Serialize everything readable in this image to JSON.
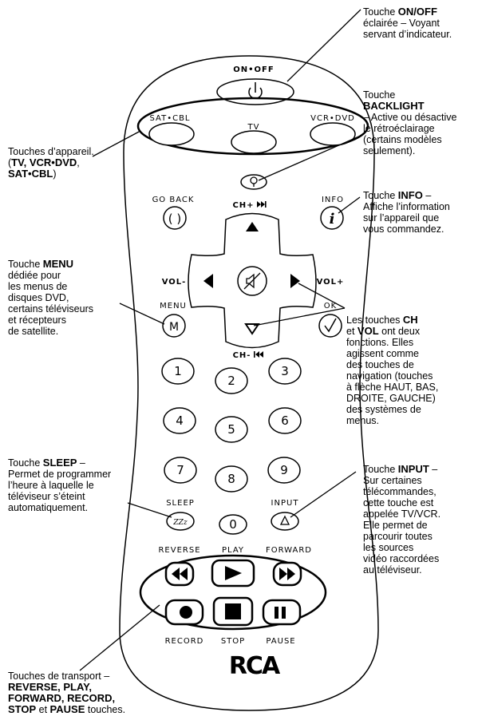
{
  "remote": {
    "power_label": "ON•OFF",
    "device_labels": {
      "sat": "SAT•CBL",
      "tv": "TV",
      "vcr": "VCR•DVD"
    },
    "go_back": "GO BACK",
    "info": "INFO",
    "ch_up": "CH+",
    "ch_down": "CH-",
    "vol_minus": "VOL-",
    "vol_plus": "VOL+",
    "menu": "MENU",
    "menu_key": "M",
    "ok": "OK",
    "digits": [
      "1",
      "2",
      "3",
      "4",
      "5",
      "6",
      "7",
      "8",
      "9",
      "0"
    ],
    "sleep": "SLEEP",
    "input": "INPUT",
    "reverse": "REVERSE",
    "play": "PLAY",
    "forward": "FORWARD",
    "record": "RECORD",
    "stop": "STOP",
    "pause": "PAUSE",
    "brand": "RCA"
  },
  "callouts": {
    "power": [
      {
        "t": "Touche ",
        "b": false
      },
      {
        "t": "ON/OFF",
        "b": true
      },
      {
        "t": "\néclairée – Voyant\nservant d’indicateur.",
        "b": false
      }
    ],
    "backlight": [
      {
        "t": "Touche\n",
        "b": false
      },
      {
        "t": "BACKLIGHT",
        "b": true
      },
      {
        "t": "\n– Active ou désactive\nle rétroéclairage\n(certains modèles\nseulement).",
        "b": false
      }
    ],
    "devices": [
      {
        "t": "Touches d’appareil.\n(",
        "b": false
      },
      {
        "t": "TV, VCR•DVD",
        "b": true
      },
      {
        "t": ",\n",
        "b": false
      },
      {
        "t": "SAT•CBL",
        "b": true
      },
      {
        "t": ")",
        "b": false
      }
    ],
    "info": [
      {
        "t": "Touche ",
        "b": false
      },
      {
        "t": "INFO",
        "b": true
      },
      {
        "t": " –\nAffiche l’information\nsur l’appareil que\nvous commandez.",
        "b": false
      }
    ],
    "menu": [
      {
        "t": "Touche ",
        "b": false
      },
      {
        "t": "MENU",
        "b": true
      },
      {
        "t": "\ndédiée pour\nles menus de\ndisques DVD,\ncertains téléviseurs\net récepteurs\nde satellite.",
        "b": false
      }
    ],
    "chvol": [
      {
        "t": "Les touches ",
        "b": false
      },
      {
        "t": "CH",
        "b": true
      },
      {
        "t": "\net ",
        "b": false
      },
      {
        "t": "VOL",
        "b": true
      },
      {
        "t": " ont deux\nfonctions. Elles\nagissent comme\ndes touches de\nnavigation (touches\nà flèche HAUT, BAS,\nDROITE, GAUCHE)\ndes systèmes de\nmenus.",
        "b": false
      }
    ],
    "sleep": [
      {
        "t": "Touche ",
        "b": false
      },
      {
        "t": "SLEEP",
        "b": true
      },
      {
        "t": " –\nPermet de programmer\nl’heure à laquelle le\ntéléviseur s’éteint\nautomatiquement.",
        "b": false
      }
    ],
    "input": [
      {
        "t": "Touche ",
        "b": false
      },
      {
        "t": "INPUT",
        "b": true
      },
      {
        "t": " –\nSur certaines\ntélécommandes,\ncette touche est\nappelée TV/VCR.\nElle permet de\nparcourir toutes\nles sources\nvidéo raccordées\nau téléviseur.",
        "b": false
      }
    ],
    "transport": [
      {
        "t": "Touches de transport –\n",
        "b": false
      },
      {
        "t": "REVERSE, PLAY,\nFORWARD, RECORD,\nSTOP",
        "b": true
      },
      {
        "t": " et ",
        "b": false
      },
      {
        "t": "PAUSE",
        "b": true
      },
      {
        "t": " touches.",
        "b": false
      }
    ]
  }
}
